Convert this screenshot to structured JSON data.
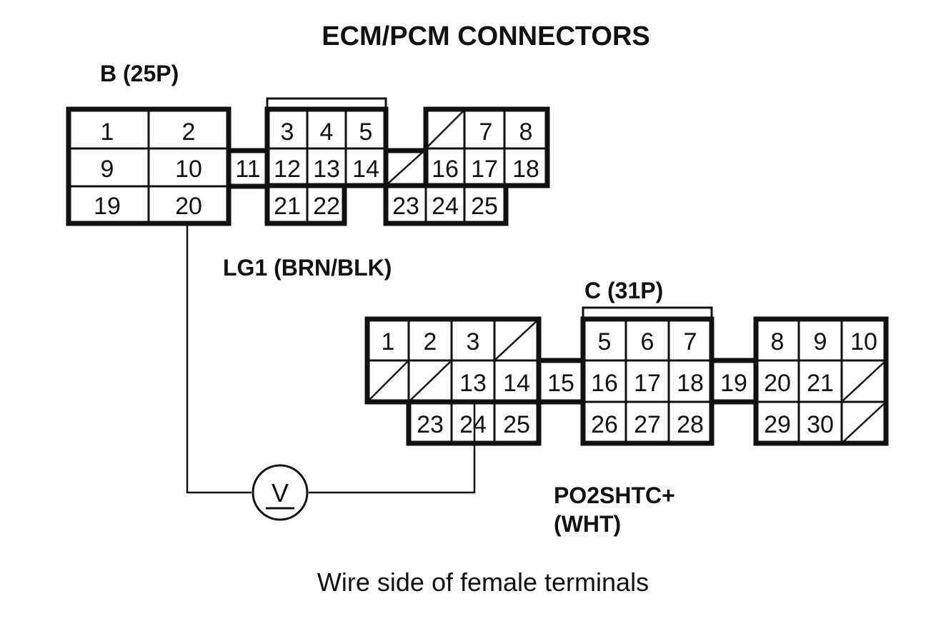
{
  "title": "ECM/PCM CONNECTORS",
  "connector_b": {
    "label": "B (25P)",
    "terminals": [
      "1",
      "2",
      "9",
      "10",
      "19",
      "20",
      "11",
      "3",
      "4",
      "5",
      "12",
      "13",
      "14",
      "21",
      "22",
      "7",
      "8",
      "16",
      "17",
      "18",
      "23",
      "24",
      "25"
    ]
  },
  "connector_c": {
    "label": "C (31P)",
    "terminals": [
      "1",
      "2",
      "3",
      "13",
      "14",
      "23",
      "24",
      "25",
      "15",
      "5",
      "6",
      "7",
      "16",
      "17",
      "18",
      "26",
      "27",
      "28",
      "19",
      "8",
      "9",
      "10",
      "20",
      "21",
      "29",
      "30"
    ]
  },
  "wire_b20_label": "LG1 (BRN/BLK)",
  "wire_c24_label_line1": "PO2SHTC+",
  "wire_c24_label_line2": "(WHT)",
  "meter_symbol": "V",
  "caption": "Wire side of female terminals"
}
